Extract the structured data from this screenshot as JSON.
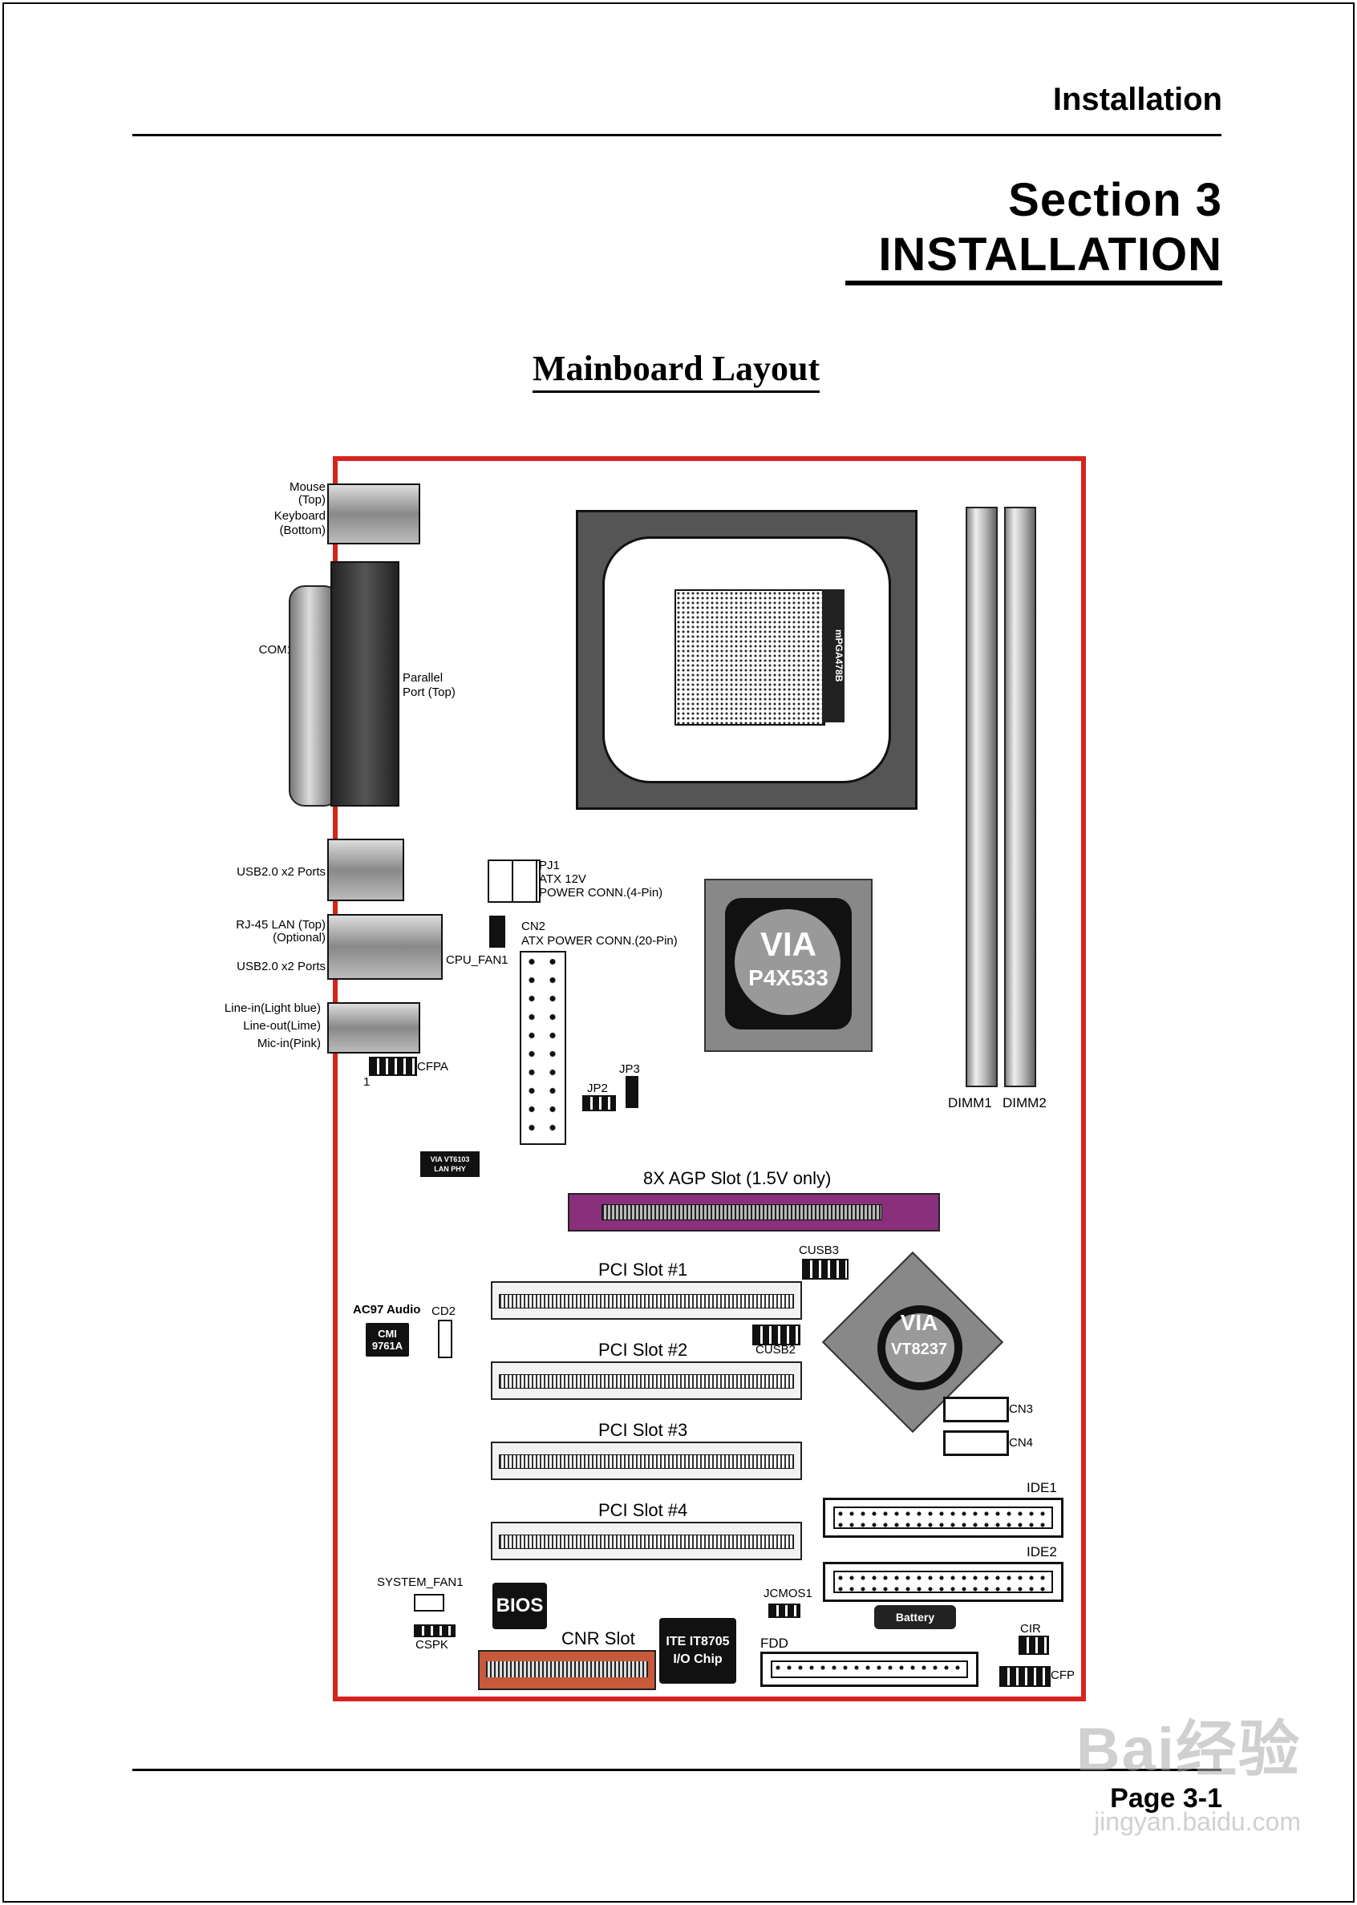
{
  "header": {
    "title": "Installation"
  },
  "section": {
    "line1": "Section 3",
    "line2": "INSTALLATION"
  },
  "layout_title": "Mainboard Layout",
  "labels": {
    "mouse": "Mouse",
    "mouse_top": "(Top)",
    "keyboard": "Keyboard",
    "keyboard_bottom": "(Bottom)",
    "com1": "COM1",
    "parallel": "Parallel",
    "parallel_top": "Port (Top)",
    "usb_top": "USB2.0 x2 Ports",
    "rj45": "RJ-45 LAN (Top)",
    "rj45_opt": "(Optional)",
    "usb_bottom": "USB2.0 x2 Ports",
    "line_in": "Line-in(Light blue)",
    "line_out": "Line-out(Lime)",
    "mic_in": "Mic-in(Pink)",
    "cfpa": "CFPA",
    "pj1": "PJ1",
    "atx12v": "ATX 12V",
    "power_conn4": "POWER CONN.(4-Pin)",
    "cn2": "CN2",
    "atx_power20": "ATX POWER CONN.(20-Pin)",
    "cpu_fan1": "CPU_FAN1",
    "jp2": "JP2",
    "jp3": "JP3",
    "socket": "mPGA478B",
    "via_north_1": "VIA",
    "via_north_2": "P4X533",
    "dimm1": "DIMM1",
    "dimm2": "DIMM2",
    "lan_phy_1": "VIA VT6103",
    "lan_phy_2": "LAN PHY",
    "agp": "8X AGP Slot (1.5V only)",
    "cusb3": "CUSB3",
    "pci1": "PCI Slot #1",
    "pci2": "PCI Slot #2",
    "pci3": "PCI Slot #3",
    "pci4": "PCI Slot #4",
    "cusb2": "CUSB2",
    "ac97": "AC97 Audio",
    "cd2": "CD2",
    "cmi_1": "CMI",
    "cmi_2": "9761A",
    "via_south_1": "VIA",
    "via_south_2": "VT8237",
    "cn3": "CN3",
    "cn4": "CN4",
    "ide1": "IDE1",
    "ide2": "IDE2",
    "system_fan1": "SYSTEM_FAN1",
    "cspk": "CSPK",
    "bios": "BIOS",
    "cnr": "CNR Slot",
    "ite_1": "ITE IT8705",
    "ite_2": "I/O Chip",
    "jcmos1": "JCMOS1",
    "battery": "Battery",
    "fdd": "FDD",
    "cir": "CIR",
    "cfp": "CFP",
    "pin1": "1"
  },
  "footer": {
    "page": "Page 3-1"
  },
  "watermark": {
    "line1": "Bai经验",
    "line2": "jingyan.baidu.com"
  }
}
